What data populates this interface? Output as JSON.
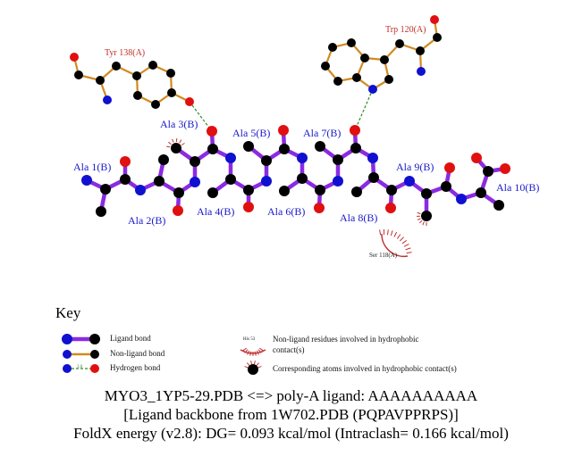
{
  "residue_labels": {
    "tyr": "Tyr 138(A)",
    "trp": "Trp 120(A)",
    "ser": "Ser 118(A)"
  },
  "ligand_labels": [
    "Ala 1(B)",
    "Ala 2(B)",
    "Ala 3(B)",
    "Ala 4(B)",
    "Ala 5(B)",
    "Ala 6(B)",
    "Ala 7(B)",
    "Ala 8(B)",
    "Ala 9(B)",
    "Ala 10(B)"
  ],
  "key": {
    "title": "Key",
    "ligand_bond": "Ligand bond",
    "non_ligand_bond": "Non-ligand bond",
    "hydrogen_bond": "Hydrogen bond",
    "hbond_distance": "3.0",
    "example_residue": "His 53",
    "non_ligand_residues_line1": "Non-ligand residues involved in hydrophobic",
    "non_ligand_residues_line2": "contact(s)",
    "corresponding_atoms": "Corresponding atoms involved in hydrophobic contact(s)"
  },
  "caption": {
    "line1": "MYO3_1YP5-29.PDB <=> poly-A ligand: AAAAAAAAAA",
    "line2": "[Ligand backbone from 1W702.PDB (PQPAVPPRPS)]",
    "line3": "FoldX energy (v2.8): DG= 0.093 kcal/mol (Intraclash= 0.166 kcal/mol)"
  },
  "colors": {
    "carbon": "#000000",
    "nitrogen": "#1010d0",
    "oxygen": "#e01010",
    "ligand_bond": "#8a2be2",
    "non_ligand_bond": "#d08a20",
    "hydrogen_bond": "#2a8a2a",
    "hydrophobic": "#c03030",
    "ligand_label": "#1a1acc",
    "residue_label": "#c0302a"
  }
}
